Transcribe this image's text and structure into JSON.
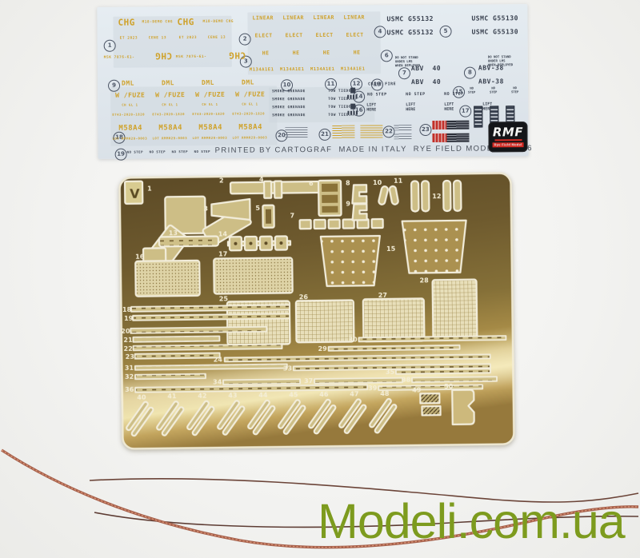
{
  "watermark": {
    "text": "Modeli.com.ua",
    "color": "#7d9b1e"
  },
  "decal": {
    "circled": [
      "1",
      "2",
      "3",
      "4",
      "5",
      "6",
      "7",
      "8",
      "9",
      "10",
      "11",
      "12",
      "13",
      "14",
      "15",
      "16",
      "17",
      "18",
      "19",
      "20",
      "21",
      "22",
      "23"
    ],
    "stencil": {
      "chg": "CHG",
      "chg_small": "M18-DEMO CHG",
      "et": "ET 2023",
      "cene": "CENE 13",
      "msk": "M5K 7876-61-",
      "linear": "LINEAR",
      "elect": "ELECT",
      "he": "HE",
      "m134": "M134A1E1",
      "dml": "DML",
      "wfuze": "W /FUZE",
      "chgl": "CH GL 1",
      "serial": "8743-2020-1820",
      "m58a4": "M58A4",
      "lot": "LOT RMM029-0003",
      "color": "#cfa22b"
    },
    "dark": {
      "usmc_a": "USMC G55132",
      "usmc_b": "USMC G55130",
      "warn1": "DO NOT STAND",
      "warn2": "UNDER LMS",
      "warn3": "WHEN DEPLOYED",
      "abv40": "ABV  40",
      "abv38": "ABV-38",
      "smoke": "SMOKE GRENADE",
      "tow": "TOW TIEDOWN",
      "crane": "CRANE FIRE",
      "nostep": "NO STEP",
      "no": "NO",
      "step": "STEP",
      "lift": "LIFT",
      "here": "HERE",
      "color": "#39414f"
    },
    "printed": "PRINTED BY CARTOGRAF  MADE IN ITALY  RYE FIELD MODEL © 2016",
    "logo": {
      "rmf": "RMF",
      "sub": "Rye Field Model"
    }
  },
  "fret": {
    "letter": "V",
    "brass_color": "#8a7238",
    "numbers": [
      "1",
      "2",
      "3",
      "4",
      "5",
      "6",
      "7",
      "8",
      "9",
      "10",
      "11",
      "12",
      "13",
      "14",
      "15",
      "16",
      "17",
      "18",
      "19",
      "20",
      "21",
      "22",
      "23",
      "24",
      "25",
      "26",
      "27",
      "28",
      "29",
      "30",
      "31",
      "32",
      "33",
      "34",
      "35",
      "36",
      "37",
      "38",
      "39",
      "40",
      "41",
      "42",
      "43",
      "44",
      "45",
      "46",
      "47",
      "48",
      "49",
      "50"
    ]
  },
  "wires": {
    "thin_color": "#5d3c33",
    "braided_color": "#b26b52"
  }
}
